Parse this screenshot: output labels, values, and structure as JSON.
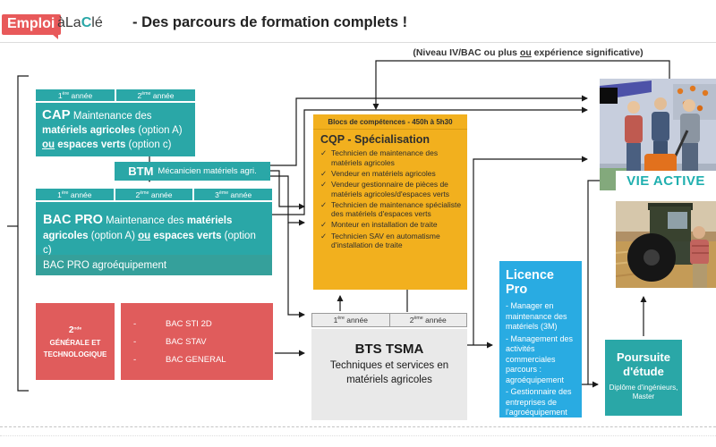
{
  "header": {
    "logo_emploi": "Emploi",
    "logo_a_la": "àLa",
    "logo_c": "C",
    "logo_le": "lé",
    "title": "- Des parcours de formation complets !"
  },
  "top_note": {
    "pre": "(Niveau IV/BAC ou plus ",
    "ou": "ou",
    "post": " expérience significative)"
  },
  "years": {
    "y1n": "1",
    "y1s": "ère",
    "y2n": "2",
    "y2s": "ème",
    "y3n": "3",
    "y3s": "ème",
    "word": "année"
  },
  "cap": {
    "title": "CAP",
    "t1": "Maintenance des ",
    "t2": "matériels agricoles ",
    "t3": "(option A) ",
    "ou": "ou",
    "t4": " espaces verts ",
    "t5": "(option c)"
  },
  "btm": {
    "title": "BTM",
    "subtitle": "Mécanicien matériels agri."
  },
  "bacpro": {
    "title": "BAC PRO",
    "t1": "Maintenance des ",
    "t2": "matériels agricoles ",
    "t3": "(option A) ",
    "ou": "ou",
    "t4": " espaces verts ",
    "t5": "(option c)",
    "band": "BAC PRO agroéquipement"
  },
  "seconde": {
    "num": "2",
    "sup": "nde",
    "l2": "GÉNÉRALE ET",
    "l3": "TECHNOLOGIQUE"
  },
  "bac_list": {
    "dash": "-",
    "items": [
      "BAC STI 2D",
      "BAC STAV",
      "BAC GENERAL"
    ]
  },
  "cqp": {
    "header": "Blocs de compétences - 450h à 5h30",
    "title": "CQP - Spécialisation",
    "check": "✓",
    "items": [
      "Technicien de maintenance des matériels agricoles",
      "Vendeur en matériels agricoles",
      "Vendeur gestionnaire de pièces de matériels agricoles/d'espaces verts",
      "Technicien de maintenance spécialiste des matériels d'espaces verts",
      "Monteur en installation de traite",
      "Technicien SAV en automatisme d'installation de traite"
    ]
  },
  "bts": {
    "title": "BTS TSMA",
    "subtitle": "Techniques et services en matériels agricoles"
  },
  "licence": {
    "title": "Licence Pro",
    "items": [
      "- Manager en maintenance des matériels (3M)",
      "- Management des activités commerciales parcours : agroéquipement",
      "- Gestionnaire des entreprises de l'agroéquipement"
    ]
  },
  "poursuite": {
    "title": "Poursuite d'étude",
    "subtitle": "Diplôme d'ingénieurs, Master"
  },
  "vie_active": {
    "label": "VIE ACTIVE"
  },
  "colors": {
    "teal": "#2aa7a7",
    "teal_band": "#35a09b",
    "red": "#e05c5c",
    "yellow": "#f2b01e",
    "blue": "#29abe2",
    "gray_box": "#e9e9e9",
    "logo_red": "#e8595a",
    "vie_active_text": "#1fafaf"
  }
}
